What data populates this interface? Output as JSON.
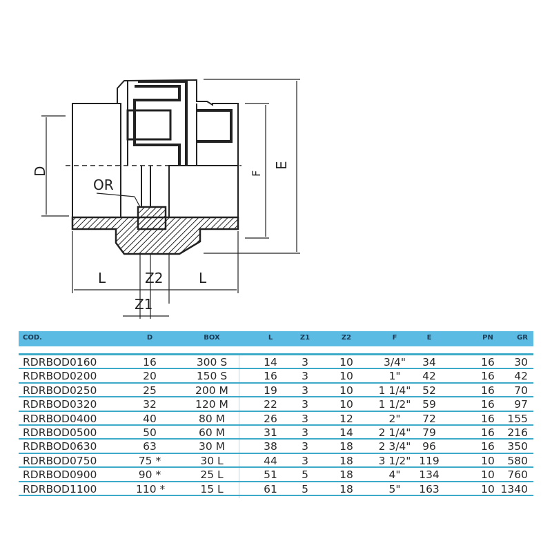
{
  "drawing": {
    "labels": {
      "D": "D",
      "OR": "OR",
      "L_left": "L",
      "Z2": "Z2",
      "L_right": "L",
      "Z1": "Z1",
      "F": "F",
      "E": "E"
    }
  },
  "table": {
    "header_color": "#5cbbe3",
    "line_color": "#3aaac8",
    "columns": [
      "COD.",
      "D",
      "BOX",
      "L",
      "Z1",
      "Z2",
      "F",
      "E",
      "PN",
      "GR"
    ],
    "rows": [
      {
        "cod": "RDRBOD0160",
        "d": "16",
        "box": "300 S",
        "l": "14",
        "z1": "3",
        "z2": "10",
        "f": "3/4\"",
        "e": "34",
        "pn": "16",
        "gr": "30"
      },
      {
        "cod": "RDRBOD0200",
        "d": "20",
        "box": "150 S",
        "l": "16",
        "z1": "3",
        "z2": "10",
        "f": "1\"",
        "e": "42",
        "pn": "16",
        "gr": "42"
      },
      {
        "cod": "RDRBOD0250",
        "d": "25",
        "box": "200 M",
        "l": "19",
        "z1": "3",
        "z2": "10",
        "f": "1 1/4\"",
        "e": "52",
        "pn": "16",
        "gr": "70"
      },
      {
        "cod": "RDRBOD0320",
        "d": "32",
        "box": "120 M",
        "l": "22",
        "z1": "3",
        "z2": "10",
        "f": "1 1/2\"",
        "e": "59",
        "pn": "16",
        "gr": "97"
      },
      {
        "cod": "RDRBOD0400",
        "d": "40",
        "box": "80 M",
        "l": "26",
        "z1": "3",
        "z2": "12",
        "f": "2\"",
        "e": "72",
        "pn": "16",
        "gr": "155"
      },
      {
        "cod": "RDRBOD0500",
        "d": "50",
        "box": "60 M",
        "l": "31",
        "z1": "3",
        "z2": "14",
        "f": "2 1/4\"",
        "e": "79",
        "pn": "16",
        "gr": "216"
      },
      {
        "cod": "RDRBOD0630",
        "d": "63",
        "box": "30 M",
        "l": "38",
        "z1": "3",
        "z2": "18",
        "f": "2 3/4\"",
        "e": "96",
        "pn": "16",
        "gr": "350"
      },
      {
        "cod": "RDRBOD0750",
        "d": "75 *",
        "box": "30 L",
        "l": "44",
        "z1": "3",
        "z2": "18",
        "f": "3 1/2\"",
        "e": "119",
        "pn": "10",
        "gr": "580"
      },
      {
        "cod": "RDRBOD0900",
        "d": "90 *",
        "box": "25 L",
        "l": "51",
        "z1": "5",
        "z2": "18",
        "f": "4\"",
        "e": "134",
        "pn": "10",
        "gr": "760"
      },
      {
        "cod": "RDRBOD1100",
        "d": "110 *",
        "box": "15 L",
        "l": "61",
        "z1": "5",
        "z2": "18",
        "f": "5\"",
        "e": "163",
        "pn": "10",
        "gr": "1340"
      }
    ]
  }
}
